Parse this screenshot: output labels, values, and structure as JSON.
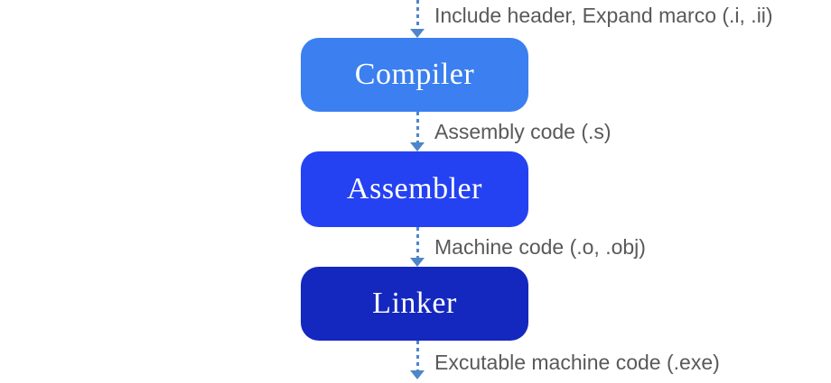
{
  "diagram": {
    "type": "flowchart",
    "direction": "top-to-bottom"
  },
  "nodes": [
    {
      "label": "Compiler",
      "color": "#3b7ff0"
    },
    {
      "label": "Assembler",
      "color": "#2442f2"
    },
    {
      "label": "Linker",
      "color": "#1428bf"
    }
  ],
  "edges": [
    {
      "label": "Include header, Expand marco (.i, .ii)"
    },
    {
      "label": "Assembly code (.s)"
    },
    {
      "label": "Machine code (.o, .obj)"
    },
    {
      "label": "Excutable machine code (.exe)"
    }
  ],
  "colors": {
    "background": "#ffffff",
    "arrow": "#4e86c8",
    "edge_label_text": "#595959",
    "node_label_text": "#ffffff"
  }
}
